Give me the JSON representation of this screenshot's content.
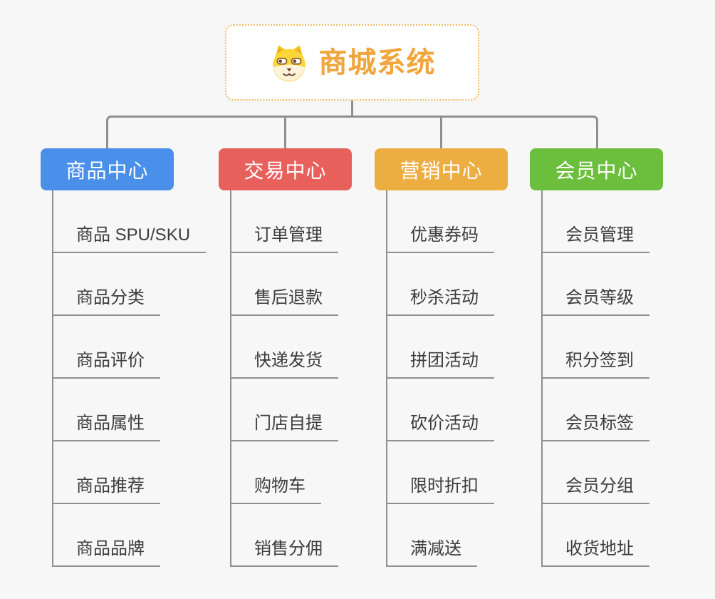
{
  "root": {
    "title": "商城系统",
    "icon": "dog-face-icon"
  },
  "branches": [
    {
      "label": "商品中心",
      "color": "#4a8fe9",
      "children": [
        "商品 SPU/SKU",
        "商品分类",
        "商品评价",
        "商品属性",
        "商品推荐",
        "商品品牌"
      ]
    },
    {
      "label": "交易中心",
      "color": "#e8605c",
      "children": [
        "订单管理",
        "售后退款",
        "快递发货",
        "门店自提",
        "购物车",
        "销售分佣"
      ]
    },
    {
      "label": "营销中心",
      "color": "#edae41",
      "children": [
        "优惠券码",
        "秒杀活动",
        "拼团活动",
        "砍价活动",
        "限时折扣",
        "满减送"
      ]
    },
    {
      "label": "会员中心",
      "color": "#6cbe3d",
      "children": [
        "会员管理",
        "会员等级",
        "积分签到",
        "会员标签",
        "会员分组",
        "收货地址"
      ]
    }
  ],
  "colors": {
    "background": "#f7f7f7",
    "connector_line": "#8f8f8f",
    "root_title": "#f0a63c",
    "root_border": "#f2bd66",
    "subtopic_text": "#3c3c3c"
  }
}
